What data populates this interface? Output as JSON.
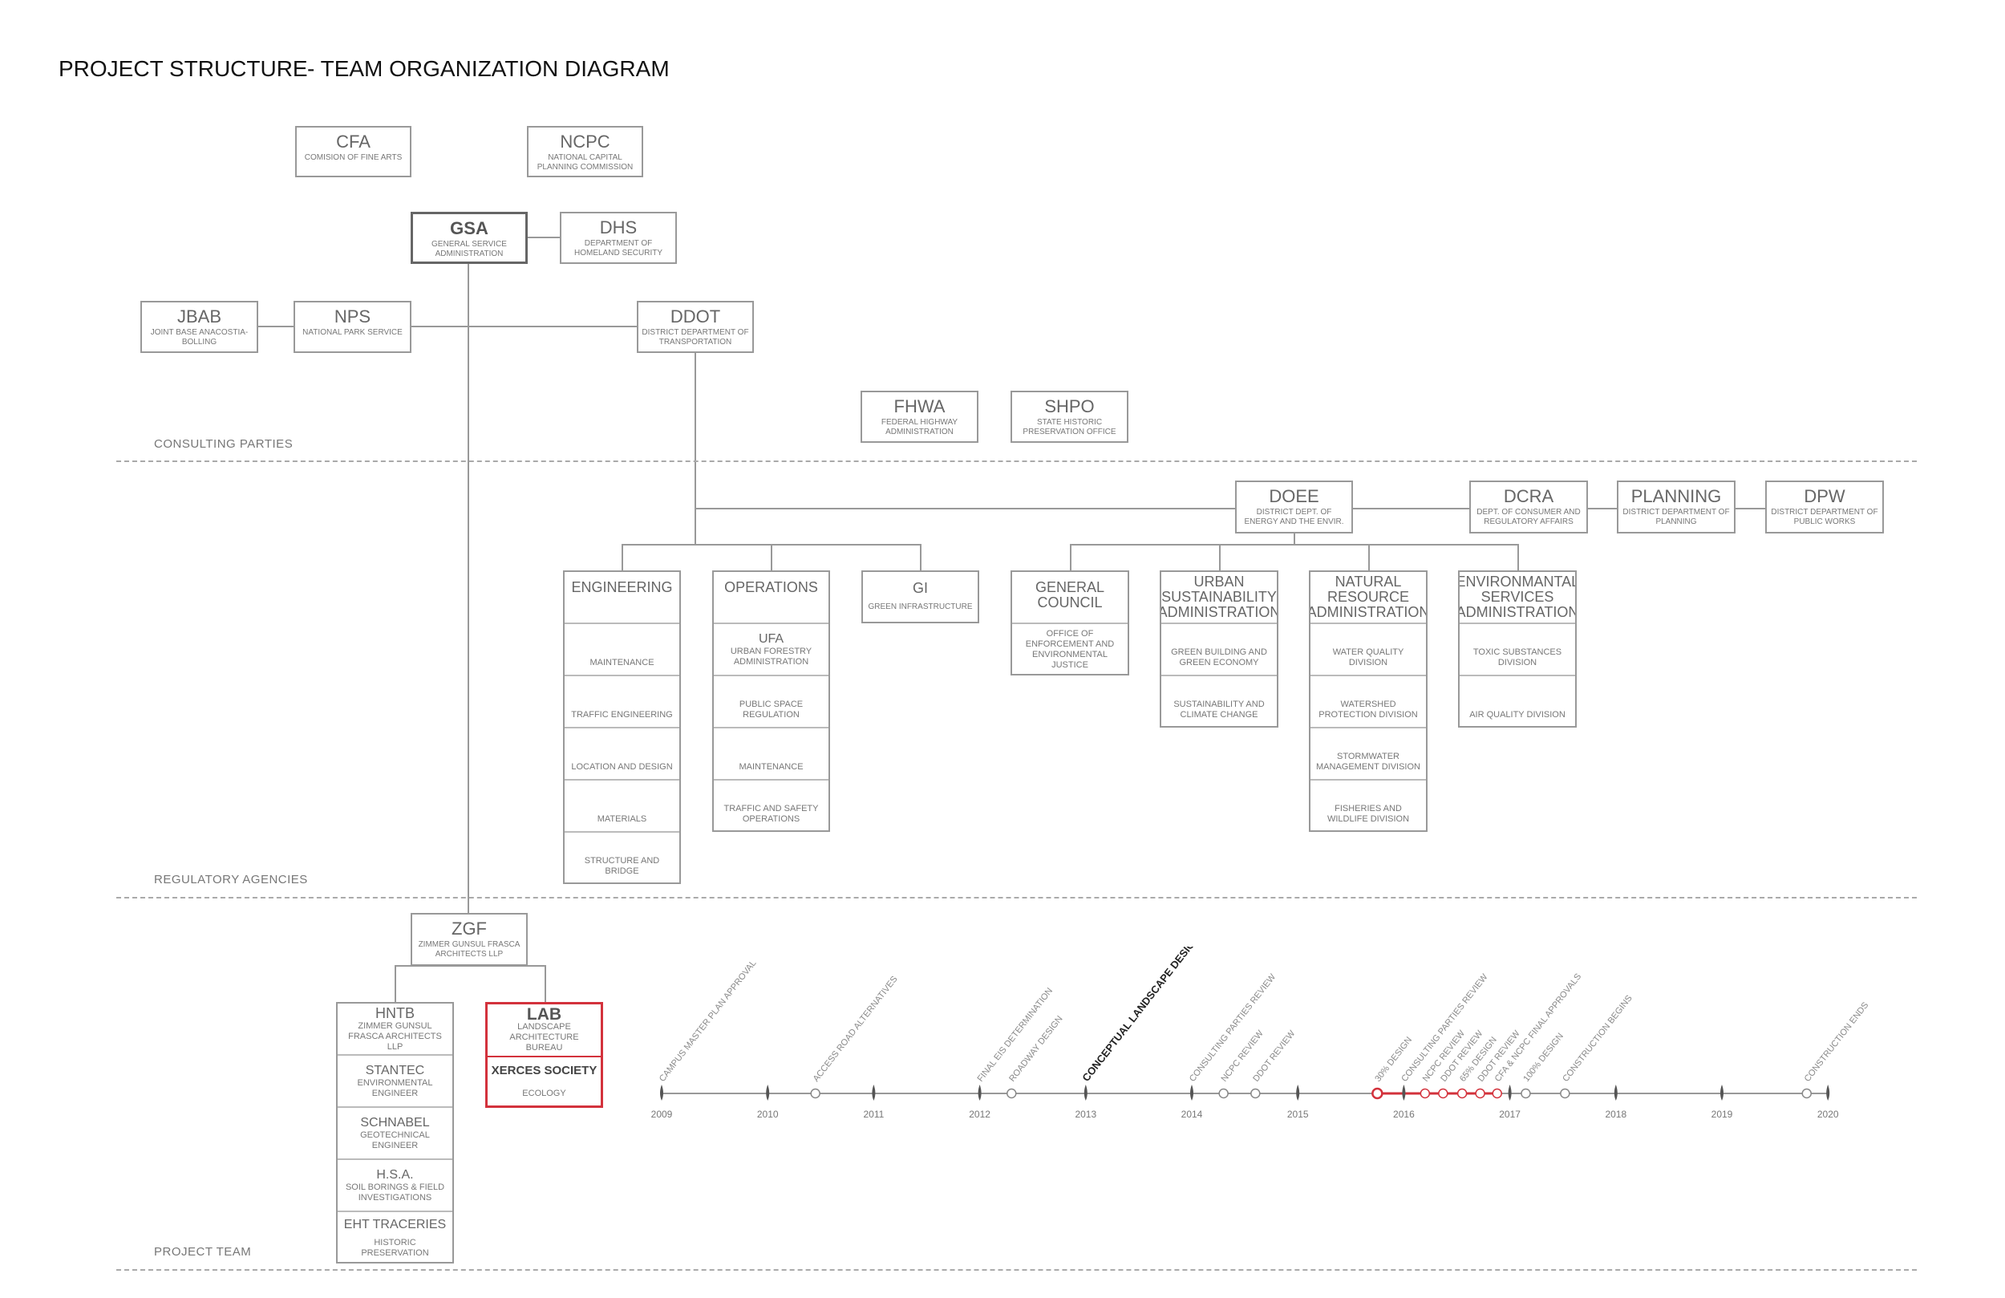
{
  "header": {
    "title": "PROJECT STRUCTURE",
    "subtitle": "- TEAM ORGANIZATION DIAGRAM"
  },
  "zones": {
    "consulting": "CONSULTING PARTIES",
    "regulatory": "REGULATORY AGENCIES",
    "team": "PROJECT TEAM"
  },
  "orgs": {
    "cfa": {
      "abbr": "CFA",
      "full": "COMISION OF FINE ARTS"
    },
    "ncpc": {
      "abbr": "NCPC",
      "full": "NATIONAL CAPITAL PLANNING COMMISSION"
    },
    "gsa": {
      "abbr": "GSA",
      "full": "GENERAL SERVICE ADMINISTRATION"
    },
    "dhs": {
      "abbr": "DHS",
      "full": "DEPARTMENT OF HOMELAND SECURITY"
    },
    "jbab": {
      "abbr": "JBAB",
      "full": "JOINT BASE ANACOSTIA-BOLLING"
    },
    "nps": {
      "abbr": "NPS",
      "full": "NATIONAL PARK SERVICE"
    },
    "ddot": {
      "abbr": "DDOT",
      "full": "DISTRICT DEPARTMENT OF TRANSPORTATION"
    },
    "fhwa": {
      "abbr": "FHWA",
      "full": "FEDERAL HIGHWAY ADMINISTRATION"
    },
    "shpo": {
      "abbr": "SHPO",
      "full": "STATE HISTORIC PRESERVATION OFFICE"
    },
    "doee": {
      "abbr": "DOEE",
      "full": "DISTRICT DEPT. OF ENERGY AND THE ENVIR."
    },
    "dcra": {
      "abbr": "DCRA",
      "full": "DEPT. OF CONSUMER AND REGULATORY AFFAIRS"
    },
    "planning": {
      "abbr": "PLANNING",
      "full": "DISTRICT DEPARTMENT OF PLANNING"
    },
    "dpw": {
      "abbr": "DPW",
      "full": "DISTRICT DEPARTMENT OF PUBLIC WORKS"
    },
    "zgf": {
      "abbr": "ZGF",
      "full": "ZIMMER GUNSUL FRASCA ARCHITECTS LLP"
    }
  },
  "divisions": {
    "engineering": {
      "title": "ENGINEERING",
      "items": [
        "MAINTENANCE",
        "TRAFFIC ENGINEERING",
        "LOCATION AND DESIGN",
        "MATERIALS",
        "STRUCTURE AND BRIDGE"
      ]
    },
    "operations": {
      "title": "OPERATIONS",
      "ufa": "UFA",
      "ufa_full": "URBAN FORESTRY ADMINISTRATION",
      "items": [
        "PUBLIC SPACE REGULATION",
        "MAINTENANCE",
        "TRAFFIC AND SAFETY OPERATIONS"
      ]
    },
    "gi": {
      "title": "GI",
      "sub": "GREEN INFRASTRUCTURE"
    },
    "council": {
      "title": "GENERAL COUNCIL",
      "items": [
        "OFFICE OF ENFORCEMENT AND ENVIRONMENTAL JUSTICE"
      ]
    },
    "urban": {
      "title": "URBAN SUSTAINABILITY ADMINISTRATION",
      "items": [
        "GREEN BUILDING AND GREEN ECONOMY",
        "SUSTAINABILITY AND CLIMATE CHANGE"
      ]
    },
    "natural": {
      "title": "NATURAL RESOURCE ADMINISTRATION",
      "items": [
        "WATER QUALITY DIVISION",
        "WATERSHED PROTECTION DIVISION",
        "STORMWATER MANAGEMENT DIVISION",
        "FISHERIES AND WILDLIFE DIVISION"
      ]
    },
    "environmental": {
      "title": "ENVIRONMANTAL SERVICES ADMINISTRATION",
      "items": [
        "TOXIC SUBSTANCES DIVISION",
        "AIR QUALITY DIVISION"
      ]
    }
  },
  "team": {
    "hntb": {
      "abbr": "HNTB",
      "full": "ZIMMER GUNSUL FRASCA ARCHITECTS LLP"
    },
    "stantec": {
      "abbr": "STANTEC",
      "full": "ENVIRONMENTAL ENGINEER"
    },
    "schnabel": {
      "abbr": "SCHNABEL",
      "full": "GEOTECHNICAL ENGINEER"
    },
    "hsa": {
      "abbr": "H.S.A.",
      "full": "SOIL BORINGS & FIELD INVESTIGATIONS"
    },
    "eht": {
      "abbr": "EHT TRACERIES",
      "full": "HISTORIC PRESERVATION"
    },
    "lab": {
      "abbr": "LAB",
      "full": "LANDSCAPE ARCHITECTURE  BUREAU"
    },
    "xerces": {
      "abbr": "XERCES SOCIETY",
      "full": "ECOLOGY"
    }
  },
  "timeline": {
    "years": [
      "2009",
      "2010",
      "2011",
      "2012",
      "2013",
      "2014",
      "2015",
      "2016",
      "2017",
      "2018",
      "2019",
      "2020"
    ],
    "events": [
      {
        "label": "CAMPUS MASTER PLAN APPROVAL",
        "year": 2009.0,
        "kind": "drop"
      },
      {
        "label": "ACCESS ROAD ALTERNATIVES",
        "year": 2010.45,
        "kind": "circle"
      },
      {
        "label": "FINAL EIS DETERMINATION",
        "year": 2012.0,
        "kind": "drop"
      },
      {
        "label": "ROADWAY DESIGN",
        "year": 2012.3,
        "kind": "circle"
      },
      {
        "label": "CONCEPTUAL LANDSCAPE DESIGN",
        "year": 2013.0,
        "kind": "drop",
        "emphasis": true
      },
      {
        "label": "CONSULTING PARTIES REVIEW",
        "year": 2014.0,
        "kind": "drop"
      },
      {
        "label": "NCPC REVIEW",
        "year": 2014.3,
        "kind": "circle"
      },
      {
        "label": "DDOT REVIEW",
        "year": 2014.6,
        "kind": "circle"
      },
      {
        "label": "30% DESIGN",
        "year": 2015.75,
        "kind": "circle",
        "accent": true
      },
      {
        "label": "CONSULTING PARTIES REVIEW",
        "year": 2016.0,
        "kind": "drop"
      },
      {
        "label": "NCPC REVIEW",
        "year": 2016.2,
        "kind": "circle"
      },
      {
        "label": "DDOT REVIEW",
        "year": 2016.37,
        "kind": "circle"
      },
      {
        "label": "65% DESIGN",
        "year": 2016.55,
        "kind": "circle"
      },
      {
        "label": "DDOT REVIEW",
        "year": 2016.72,
        "kind": "circle"
      },
      {
        "label": "CFA & NCPC FINAL APPROVALS",
        "year": 2016.88,
        "kind": "circle"
      },
      {
        "label": "100% DESIGN",
        "year": 2017.15,
        "kind": "circle"
      },
      {
        "label": "CONSTRUCTION BEGINS",
        "year": 2017.52,
        "kind": "circle"
      },
      {
        "label": "CONSTRUCTION ENDS",
        "year": 2019.8,
        "kind": "circle"
      }
    ],
    "accent_color": "#d3323c"
  }
}
